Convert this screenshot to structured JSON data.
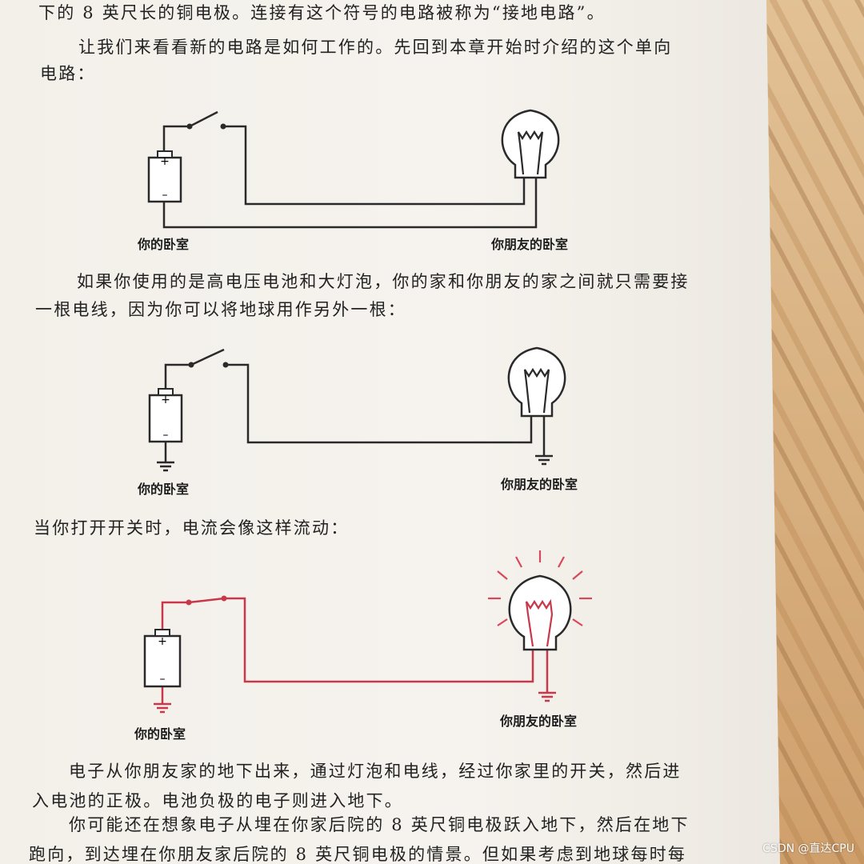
{
  "paragraphs": {
    "p1": "下的 8 英尺长的铜电极。连接有这个符号的电路被称为“接地电路”。",
    "p2a": "让我们来看看新的电路是如何工作的。先回到本章开始时介绍的这个单向",
    "p2b": "电路：",
    "p3a": "如果你使用的是高电压电池和大灯泡，你的家和你朋友的家之间就只需要接",
    "p3b": "一根电线，因为你可以将地球用作另外一根：",
    "p4": "当你打开开关时，电流会像这样流动：",
    "p5a": "电子从你朋友家的地下出来，通过灯泡和电线，经过你家里的开关，然后进",
    "p5b": "入电池的正极。电池负极的电子则进入地下。",
    "p6a": "你可能还在想象电子从埋在你家后院的 8 英尺铜电极跃入地下，然后在地下",
    "p6b": "跑向，到达埋在你朋友家后院的 8 英尺铜电极的情景。但如果考虑到地球每时每"
  },
  "diagrams": {
    "d1": {
      "left_label": "你的卧室",
      "right_label": "你朋友的卧室"
    },
    "d2": {
      "left_label": "你的卧室",
      "right_label": "你朋友的卧室"
    },
    "d3": {
      "left_label": "你的卧室",
      "right_label": "你朋友的卧室"
    }
  },
  "symbols": {
    "plus": "+",
    "minus": "–"
  },
  "colors": {
    "wire": "#2a2a2a",
    "current": "#c8374a",
    "glow": "#d9485a"
  },
  "watermark": "CSDN @直达CPU"
}
